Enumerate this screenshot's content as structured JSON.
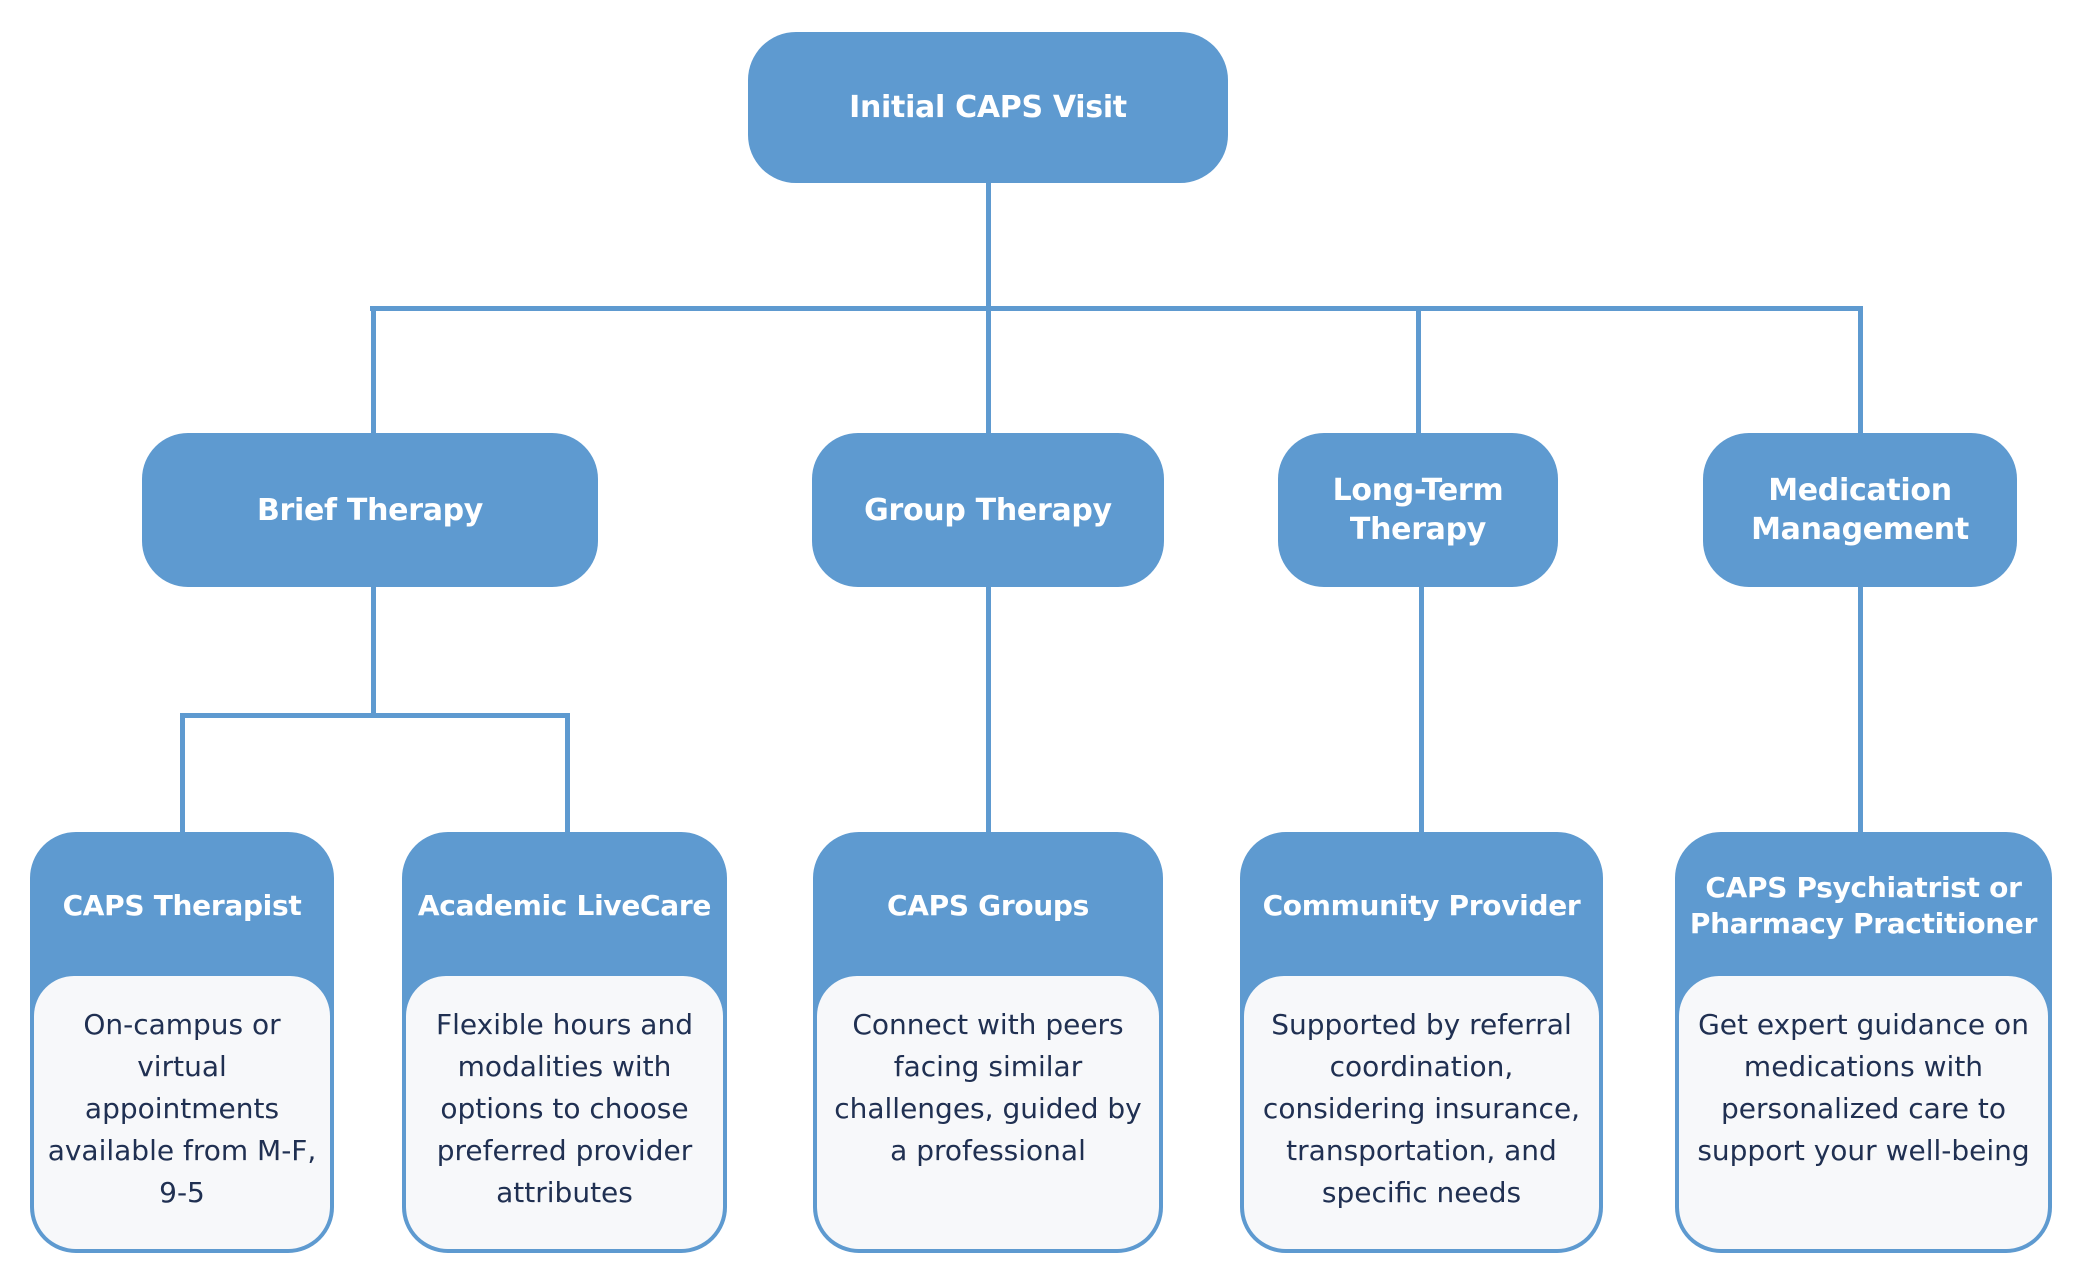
{
  "diagram": {
    "colors": {
      "node_blue": "#5e9ad0",
      "card_body_bg": "#f7f8fa",
      "text_on_blue": "#ffffff",
      "body_text": "#203052",
      "page_bg": "#ffffff"
    },
    "root": {
      "label": "Initial CAPS Visit"
    },
    "branches": [
      {
        "label": "Brief Therapy",
        "children": [
          {
            "title": "CAPS Therapist",
            "description": "On-campus or virtual appointments available from M-F, 9-5"
          },
          {
            "title": "Academic LiveCare",
            "description": "Flexible hours and modalities with options to choose preferred provider attributes"
          }
        ]
      },
      {
        "label": "Group Therapy",
        "children": [
          {
            "title": "CAPS Groups",
            "description": "Connect with peers facing similar challenges, guided by a professional"
          }
        ]
      },
      {
        "label": "Long-Term Therapy",
        "children": [
          {
            "title": "Community Provider",
            "description": "Supported by referral coordination, considering insurance, transportation, and specific needs"
          }
        ]
      },
      {
        "label": "Medication Management",
        "children": [
          {
            "title": "CAPS Psychiatrist or Pharmacy Practitioner",
            "description": "Get expert guidance on medications with personalized care to support your well-being"
          }
        ]
      }
    ]
  }
}
